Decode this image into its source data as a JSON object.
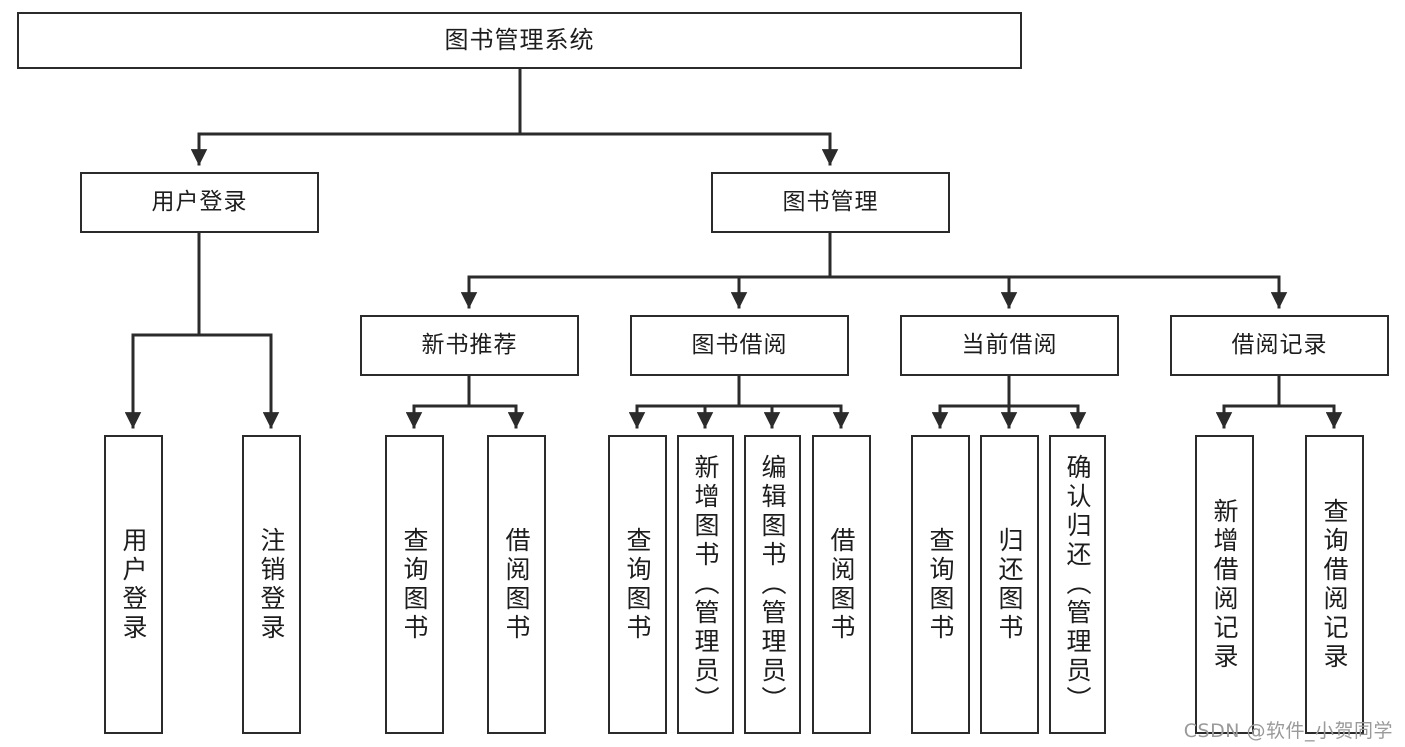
{
  "diagram": {
    "title": "图书管理系统",
    "type": "tree-hierarchy-chart",
    "stroke_color": "#2b2b2b",
    "fill_color": "#ffffff",
    "text_color": "#1d1d1d"
  },
  "root": {
    "label": "图书管理系统"
  },
  "level2": [
    {
      "label": "用户登录"
    },
    {
      "label": "图书管理"
    }
  ],
  "level3": [
    {
      "label": "新书推荐"
    },
    {
      "label": "图书借阅"
    },
    {
      "label": "当前借阅"
    },
    {
      "label": "借阅记录"
    }
  ],
  "leaves": {
    "user_login": [
      {
        "label": "用户登录"
      },
      {
        "label": "注销登录"
      }
    ],
    "new_book": [
      {
        "label": "查询图书"
      },
      {
        "label": "借阅图书"
      }
    ],
    "borrow_book": [
      {
        "label": "查询图书"
      },
      {
        "label": "新增图书（管理员）"
      },
      {
        "label": "编辑图书（管理员）"
      },
      {
        "label": "借阅图书"
      }
    ],
    "current_borrow": [
      {
        "label": "查询图书"
      },
      {
        "label": "归还图书"
      },
      {
        "label": "确认归还（管理员）"
      }
    ],
    "borrow_record": [
      {
        "label": "新增借阅记录"
      },
      {
        "label": "查询借阅记录"
      }
    ]
  },
  "watermark": {
    "text": "CSDN @软件_小贺同学"
  }
}
